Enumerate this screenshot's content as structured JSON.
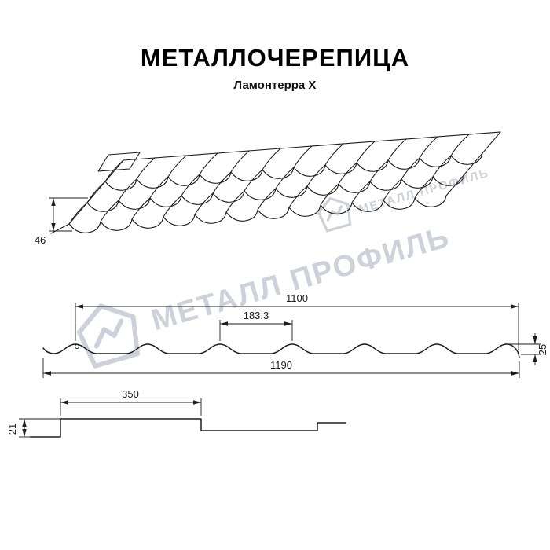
{
  "page": {
    "background": "#ffffff",
    "line_color": "#1d1d1b",
    "watermark_color": "#ccd1da"
  },
  "header": {
    "title": "МЕТАЛЛОЧЕРЕПИЦА",
    "subtitle": "Ламонтерра X"
  },
  "watermark": {
    "text": "МЕТАЛЛ ПРОФИЛЬ",
    "logo": "metall-profil-logo"
  },
  "dims": {
    "roof_edge_height": "46",
    "cover_width": "1100",
    "wave_pitch": "183.3",
    "profile_height": "25",
    "full_width": "1190",
    "module_length": "350",
    "step_height": "21"
  }
}
